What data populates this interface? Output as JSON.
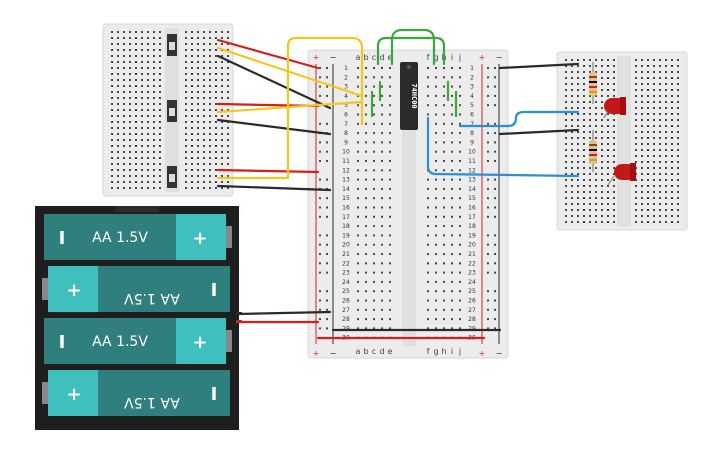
{
  "breadboard": {
    "col_letters_left": [
      "a",
      "b",
      "c",
      "d",
      "e"
    ],
    "col_letters_right": [
      "f",
      "g",
      "h",
      "i",
      "j"
    ],
    "rows": [
      "1",
      "2",
      "3",
      "4",
      "5",
      "6",
      "7",
      "8",
      "9",
      "10",
      "11",
      "12",
      "13",
      "14",
      "15",
      "16",
      "17",
      "18",
      "19",
      "20",
      "21",
      "22",
      "23",
      "24",
      "25",
      "26",
      "27",
      "28",
      "29",
      "30"
    ],
    "rail_plus": "+",
    "rail_minus": "−"
  },
  "chip": {
    "label": "74HC00"
  },
  "battery_pack": {
    "cells": [
      {
        "label": "AA 1.5V",
        "left_sign": "I",
        "right_sign": "+",
        "flipped": false
      },
      {
        "label": "AA 1.5V",
        "left_sign": "I",
        "right_sign": "+",
        "flipped": true
      },
      {
        "label": "AA 1.5V",
        "left_sign": "I",
        "right_sign": "+",
        "flipped": false
      },
      {
        "label": "AA 1.5V",
        "left_sign": "I",
        "right_sign": "+",
        "flipped": true
      }
    ]
  },
  "colors": {
    "board": "#ececec",
    "hole": "#4a4a4a",
    "red": "#d21f1f",
    "black": "#2a2a2a",
    "yellow": "#f2c81f",
    "green": "#3aa83a",
    "blue": "#2d8fcf",
    "battery_body": "#2f7f7e",
    "battery_cap": "#3fc0bf",
    "battery_case": "#1e1e1e",
    "chip": "#2b2b2b",
    "led": "#c21818"
  },
  "icons": [
    "slide-switch-icon",
    "resistor-icon",
    "led-icon",
    "ic-chip-icon"
  ]
}
